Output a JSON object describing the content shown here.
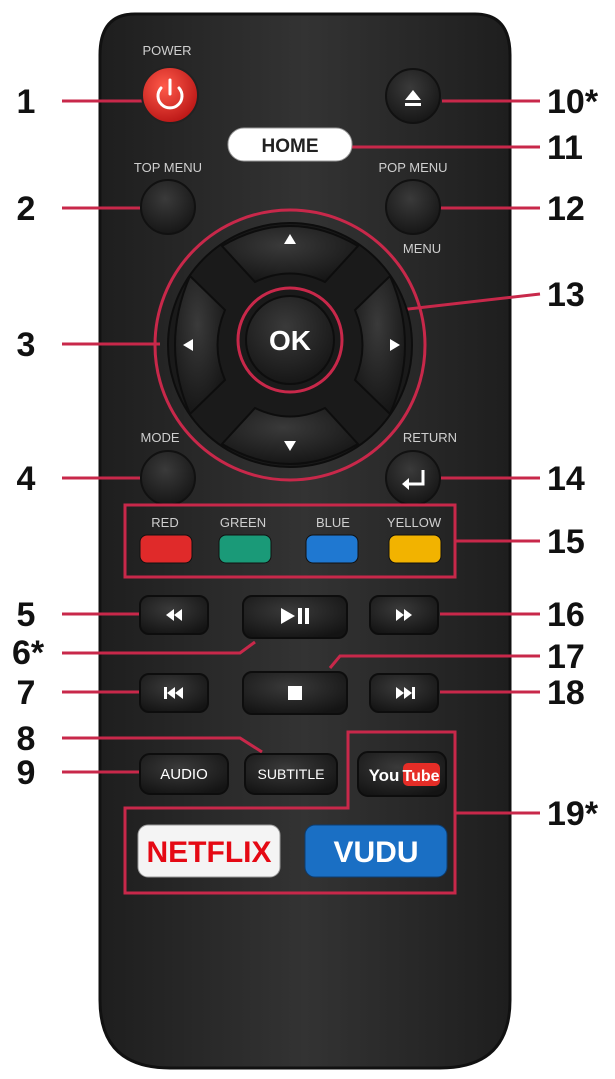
{
  "labels": {
    "power": "POWER",
    "top_menu": "TOP MENU",
    "pop_menu": "POP MENU",
    "menu": "MENU",
    "mode": "MODE",
    "return": "RETURN",
    "red": "RED",
    "green": "GREEN",
    "blue": "BLUE",
    "yellow": "YELLOW"
  },
  "buttons": {
    "home": "HOME",
    "ok": "OK",
    "audio": "AUDIO",
    "subtitle": "SUBTITLE",
    "youtube_you": "You",
    "youtube_tube": "Tube",
    "netflix": "NETFLIX",
    "vudu": "VUDU"
  },
  "callouts": {
    "n1": "1",
    "n2": "2",
    "n3": "3",
    "n4": "4",
    "n5": "5",
    "n6": "6*",
    "n7": "7",
    "n8": "8",
    "n9": "9",
    "n10": "10*",
    "n11": "11",
    "n12": "12",
    "n13": "13",
    "n14": "14",
    "n15": "15",
    "n16": "16",
    "n17": "17",
    "n18": "18",
    "n19": "19*"
  },
  "colors": {
    "remote_body": "#2b2b2b",
    "button": "#1c1c1c",
    "power": "#d92020",
    "callout_line": "#c8284a",
    "red": "#e02a2a",
    "green": "#1a9a78",
    "blue": "#1f78d1",
    "yellow": "#f2b300",
    "netflix": "#e50914",
    "vudu": "#1a6fc4"
  },
  "icons": {
    "power": "power-icon",
    "eject": "eject-icon",
    "up": "arrow-up-icon",
    "down": "arrow-down-icon",
    "left": "arrow-left-icon",
    "right": "arrow-right-icon",
    "return": "return-icon",
    "rewind": "rewind-icon",
    "play_pause": "play-pause-icon",
    "fast_forward": "fast-forward-icon",
    "skip_back": "skip-back-icon",
    "stop": "stop-icon",
    "skip_forward": "skip-forward-icon"
  }
}
